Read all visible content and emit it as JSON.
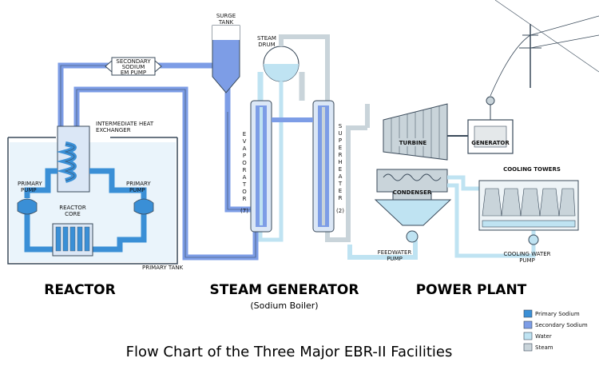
{
  "labels": {
    "surge_tank": [
      "SURGE",
      "TANK"
    ],
    "steam_drum": [
      "STEAM",
      "DRUM"
    ],
    "secondary_pump": [
      "SECONDARY",
      "SODIUM",
      "EM PUMP"
    ],
    "ihx": [
      "INTERMEDIATE HEAT",
      "EXCHANGER"
    ],
    "primary_pump_left": [
      "PRIMARY",
      "PUMP"
    ],
    "primary_pump_right": [
      "PRIMARY",
      "PUMP"
    ],
    "reactor_core": [
      "REACTOR",
      "CORE"
    ],
    "primary_tank": "PRIMARY TANK",
    "evaporator": [
      "E",
      "V",
      "A",
      "P",
      "O",
      "R",
      "A",
      "T",
      "O",
      "R"
    ],
    "evaporator_count": "(7)",
    "superheater": [
      "S",
      "U",
      "P",
      "E",
      "R",
      "H",
      "E",
      "A",
      "T",
      "E",
      "R"
    ],
    "superheater_count": "(2)",
    "turbine": "TURBINE",
    "generator": "GENERATOR",
    "condenser": "CONDENSER",
    "cooling_towers": "COOLING TOWERS",
    "feedwater_pump": [
      "FEEDWATER",
      "PUMP"
    ],
    "cooling_water_pump": [
      "COOLING WATER",
      "PUMP"
    ]
  },
  "sections": {
    "reactor": "REACTOR",
    "steam_generator": "STEAM GENERATOR",
    "steam_generator_sub": "(Sodium Boiler)",
    "power_plant": "POWER PLANT"
  },
  "title": "Flow Chart of the Three Major EBR-II Facilities",
  "legend": [
    {
      "label": "Primary Sodium",
      "color": "#3a8fd6"
    },
    {
      "label": "Secondary Sodium",
      "color": "#7d9de6"
    },
    {
      "label": "Water",
      "color": "#bfe3f2"
    },
    {
      "label": "Steam",
      "color": "#c9d4da"
    }
  ],
  "colors": {
    "primary_sodium": "#3a8fd6",
    "secondary_sodium": "#7d9de6",
    "water": "#bfe3f2",
    "steam": "#c9d4da",
    "outline": "#3a4a5a"
  }
}
